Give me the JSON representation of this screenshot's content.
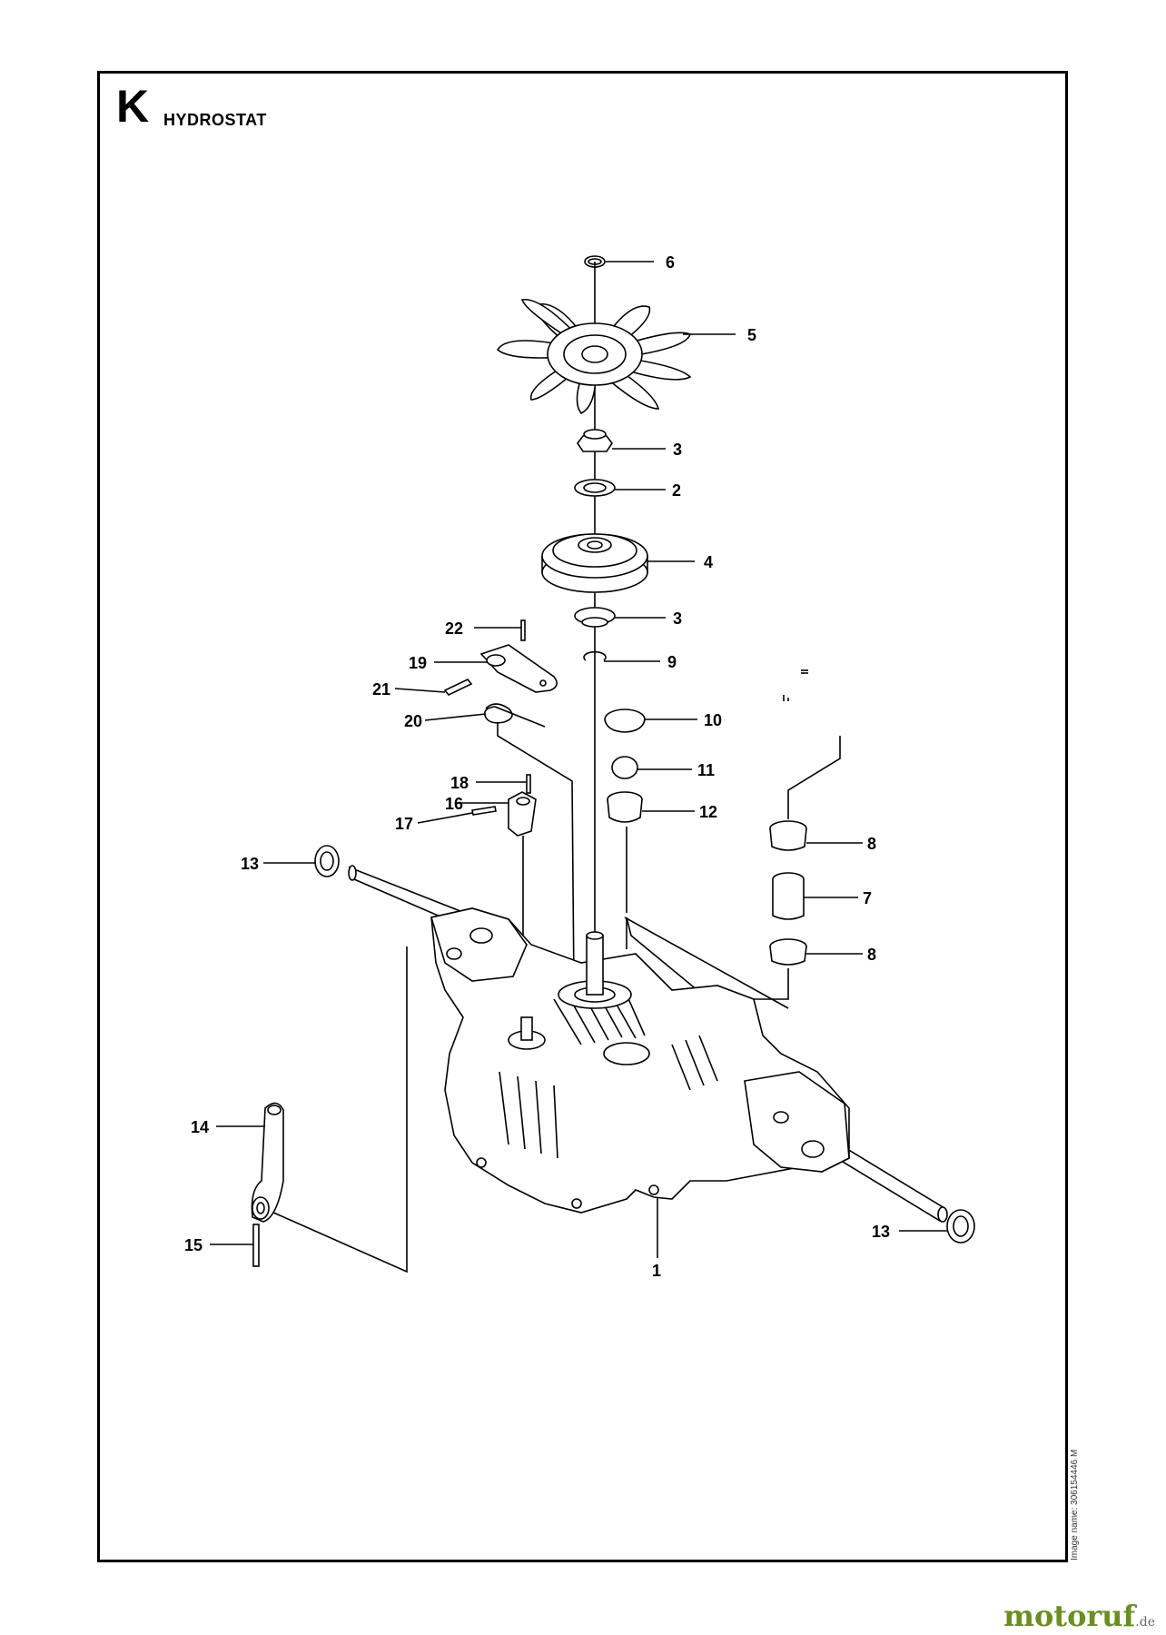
{
  "section": {
    "letter": "K",
    "title": "HYDROSTAT"
  },
  "image_name": "Image name: 306154446 M",
  "brand": {
    "name": "motoruf",
    "tld": ".de"
  },
  "callouts": [
    {
      "id": "c6",
      "label": "6"
    },
    {
      "id": "c5",
      "label": "5"
    },
    {
      "id": "c3a",
      "label": "3"
    },
    {
      "id": "c2",
      "label": "2"
    },
    {
      "id": "c4",
      "label": "4"
    },
    {
      "id": "c3b",
      "label": "3"
    },
    {
      "id": "c9",
      "label": "9"
    },
    {
      "id": "c22",
      "label": "22"
    },
    {
      "id": "c19",
      "label": "19"
    },
    {
      "id": "c21",
      "label": "21"
    },
    {
      "id": "c20",
      "label": "20"
    },
    {
      "id": "c10",
      "label": "10"
    },
    {
      "id": "c11",
      "label": "11"
    },
    {
      "id": "c18",
      "label": "18"
    },
    {
      "id": "c16",
      "label": "16"
    },
    {
      "id": "c17",
      "label": "17"
    },
    {
      "id": "c12",
      "label": "12"
    },
    {
      "id": "c13a",
      "label": "13"
    },
    {
      "id": "c8a",
      "label": "8"
    },
    {
      "id": "c7",
      "label": "7"
    },
    {
      "id": "c8b",
      "label": "8"
    },
    {
      "id": "c14",
      "label": "14"
    },
    {
      "id": "c15",
      "label": "15"
    },
    {
      "id": "c13b",
      "label": "13"
    },
    {
      "id": "c1",
      "label": "1"
    }
  ]
}
